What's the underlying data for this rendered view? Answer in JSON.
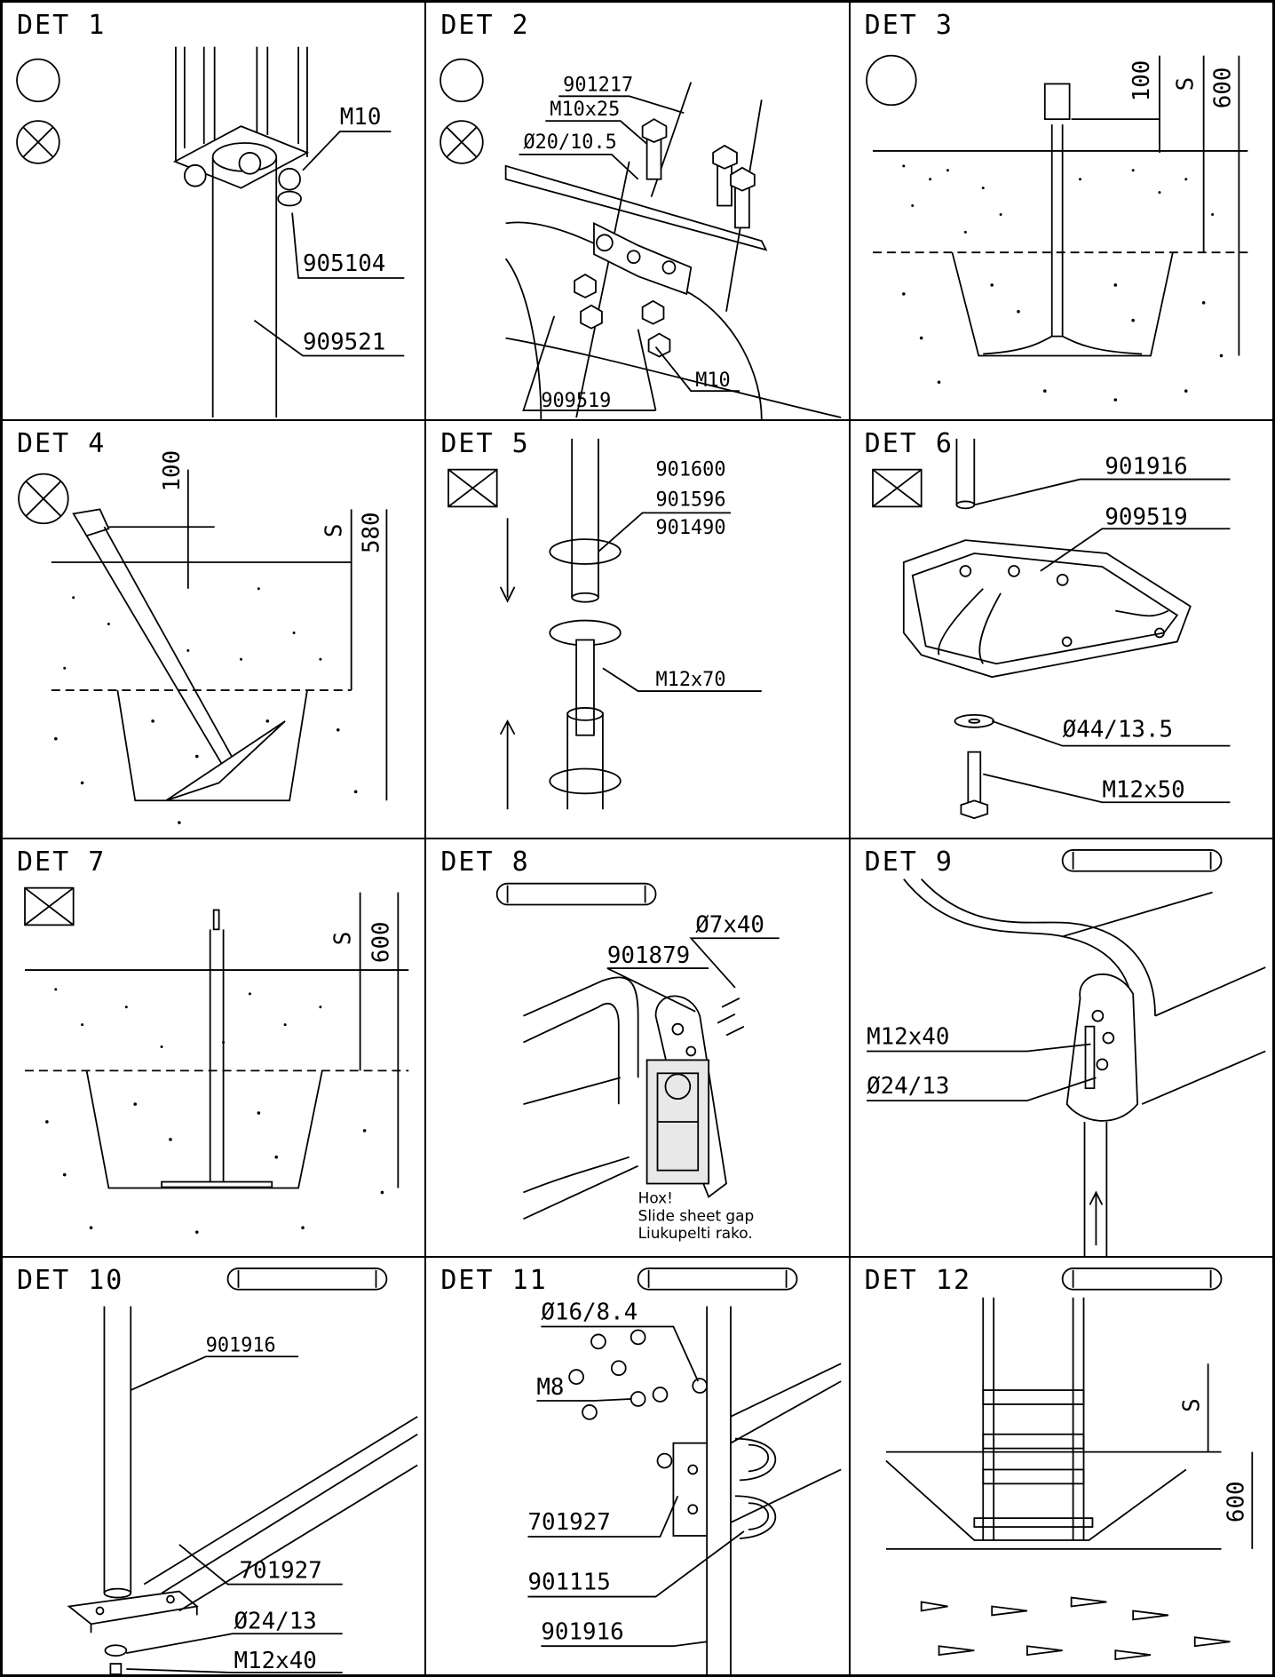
{
  "panels": [
    {
      "id": 1,
      "title": "DET 1",
      "labels": [
        "M10",
        "905104",
        "909521"
      ]
    },
    {
      "id": 2,
      "title": "DET 2",
      "labels": [
        "901217",
        "M10x25",
        "Ø20/10.5",
        "M10",
        "909519"
      ]
    },
    {
      "id": 3,
      "title": "DET 3",
      "labels": [
        "100",
        "S",
        "600"
      ]
    },
    {
      "id": 4,
      "title": "DET 4",
      "labels": [
        "100",
        "S",
        "580"
      ]
    },
    {
      "id": 5,
      "title": "DET 5",
      "labels": [
        "901600",
        "901596",
        "901490",
        "M12x70"
      ]
    },
    {
      "id": 6,
      "title": "DET 6",
      "labels": [
        "901916",
        "909519",
        "Ø44/13.5",
        "M12x50"
      ]
    },
    {
      "id": 7,
      "title": "DET 7",
      "labels": [
        "S",
        "600"
      ]
    },
    {
      "id": 8,
      "title": "DET 8",
      "labels": [
        "Ø7x40",
        "901879"
      ],
      "note": [
        "Hox!",
        "Slide sheet gap",
        "Liukupelti rako."
      ]
    },
    {
      "id": 9,
      "title": "DET 9",
      "labels": [
        "M12x40",
        "Ø24/13"
      ]
    },
    {
      "id": 10,
      "title": "DET 10",
      "labels": [
        "901916",
        "701927",
        "Ø24/13",
        "M12x40"
      ]
    },
    {
      "id": 11,
      "title": "DET 11",
      "labels": [
        "Ø16/8.4",
        "M8",
        "701927",
        "901115",
        "901916"
      ]
    },
    {
      "id": 12,
      "title": "DET 12",
      "labels": [
        "S",
        "600"
      ]
    }
  ]
}
